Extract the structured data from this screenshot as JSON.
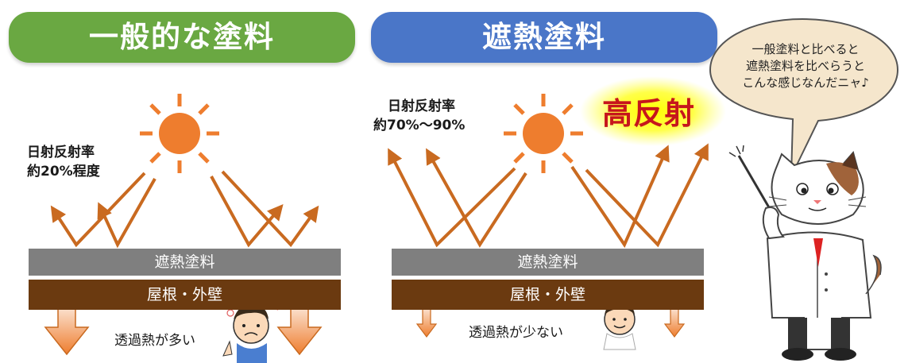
{
  "left": {
    "title": "一般的な塗料",
    "rate_line1": "日射反射率",
    "rate_line2": "約20%程度",
    "layer_top": "遮熱塗料",
    "layer_bottom": "屋根・外壁",
    "heat_text": "透過熱が多い"
  },
  "right": {
    "title": "遮熱塗料",
    "rate_line1": "日射反射率",
    "rate_line2": "約70%～90%",
    "highlight": "高反射",
    "layer_top": "遮熱塗料",
    "layer_bottom": "屋根・外壁",
    "heat_text": "透過熱が少ない"
  },
  "bubble": {
    "line1": "一般塗料と比べると",
    "line2": "遮熱塗料を比べらうと",
    "line3": "こんな感じなんだニャ♪"
  },
  "colors": {
    "left_title_bg": "#6aa842",
    "right_title_bg": "#4a76c8",
    "sun": "#ee7d2e",
    "arrow": "#c96a20",
    "highlight_glow": "#ffff00",
    "highlight_text": "#c6161c"
  }
}
